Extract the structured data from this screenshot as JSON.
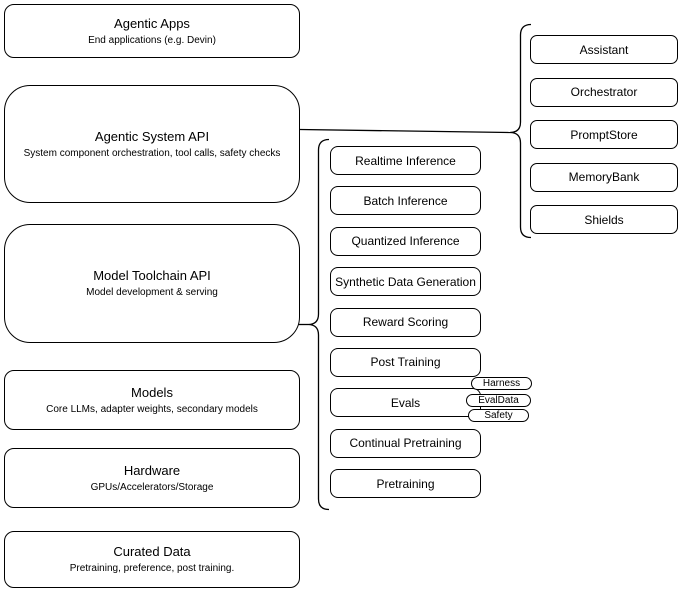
{
  "diagram": {
    "left_stack": [
      {
        "title": "Agentic Apps",
        "subtitle": "End applications (e.g. Devin)"
      },
      {
        "title": "Agentic System API",
        "subtitle": "System component orchestration, tool calls, safety checks"
      },
      {
        "title": "Model Toolchain API",
        "subtitle": "Model development & serving"
      },
      {
        "title": "Models",
        "subtitle": "Core LLMs, adapter weights, secondary models"
      },
      {
        "title": "Hardware",
        "subtitle": "GPUs/Accelerators/Storage"
      },
      {
        "title": "Curated Data",
        "subtitle": "Pretraining, preference, post training."
      }
    ],
    "toolchain_services": [
      "Realtime Inference",
      "Batch Inference",
      "Quantized Inference",
      "Synthetic Data Generation",
      "Reward Scoring",
      "Post Training",
      "Evals",
      "Continual Pretraining",
      "Pretraining"
    ],
    "evals_tags": [
      "Harness",
      "EvalData",
      "Safety"
    ],
    "system_components": [
      "Assistant",
      "Orchestrator",
      "PromptStore",
      "MemoryBank",
      "Shields"
    ],
    "colors": {
      "stroke": "#000000",
      "background": "#ffffff",
      "text": "#000000"
    }
  }
}
